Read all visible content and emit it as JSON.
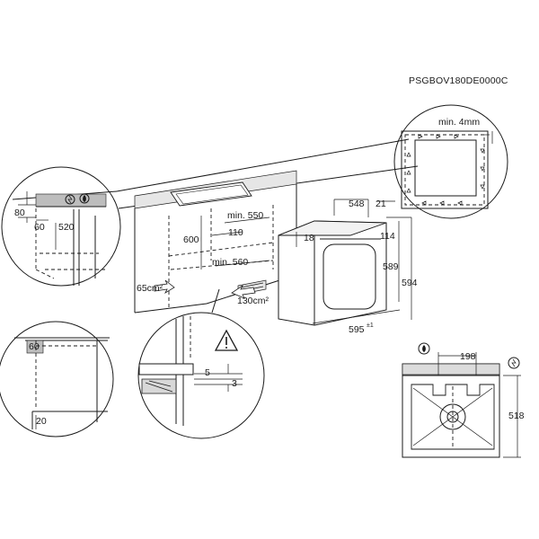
{
  "product_code": "PSGBOV180DE0000C",
  "dimensions": {
    "min_4mm": "min. 4mm",
    "d80": "80",
    "d60_top": "60",
    "d520": "520",
    "d600": "600",
    "min_550": "min. 550",
    "d110": "110",
    "min_560": "min. 560",
    "vent_65": "65cm²",
    "vent_130": "130cm²",
    "d548": "548",
    "d21": "21",
    "d18": "18",
    "d114": "114",
    "d589": "589",
    "d594": "594",
    "d595": "595",
    "d595_tol": "±1",
    "d60_side": "60",
    "d20": "20",
    "d5": "5",
    "d3": "3",
    "d198": "198",
    "d518": "518"
  }
}
